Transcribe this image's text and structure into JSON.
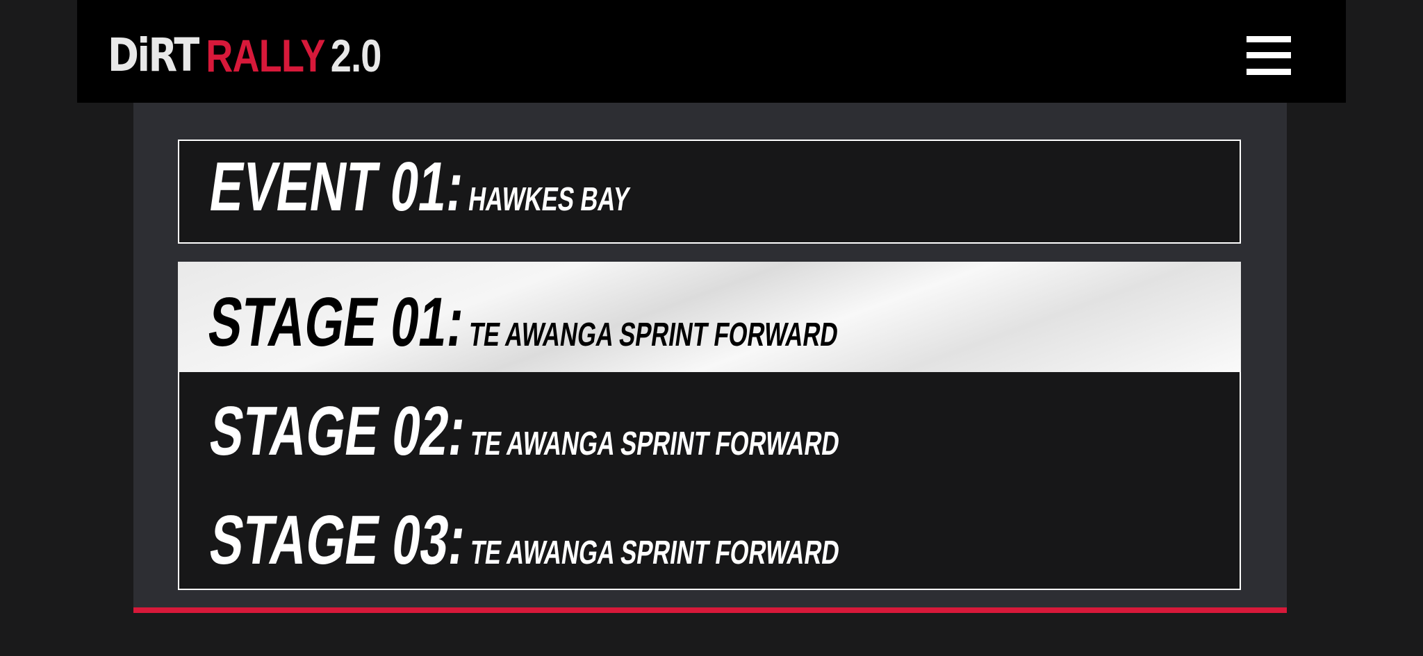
{
  "header": {
    "logo": {
      "part1": "DiRT",
      "part2": "RALLY",
      "part3": "2.0"
    },
    "menu_icon": "hamburger-menu-icon"
  },
  "event": {
    "label": "EVENT 01:",
    "name": "HAWKES BAY"
  },
  "stages": [
    {
      "label": "STAGE 01:",
      "name": "TE AWANGA SPRINT FORWARD",
      "selected": true
    },
    {
      "label": "STAGE 02:",
      "name": "TE AWANGA SPRINT FORWARD",
      "selected": false
    },
    {
      "label": "STAGE 03:",
      "name": "TE AWANGA SPRINT FORWARD",
      "selected": false
    }
  ],
  "colors": {
    "accent": "#d7193a",
    "panel": "#2d2e33",
    "background": "#1a1a1b"
  }
}
